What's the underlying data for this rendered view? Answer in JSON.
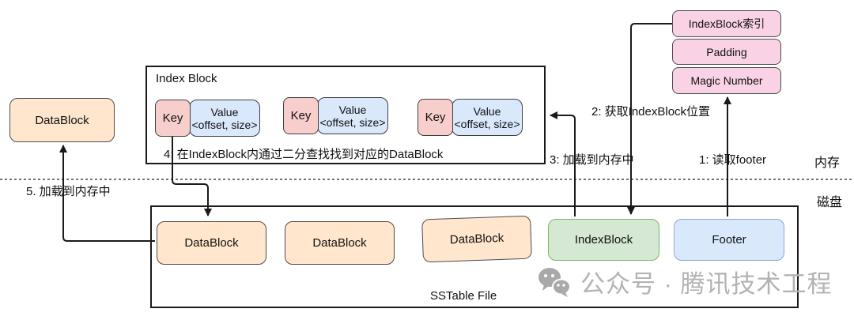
{
  "regions": {
    "memory_label": "内存",
    "disk_label": "磁盘"
  },
  "memory": {
    "datablock_label": "DataBlock",
    "index_block": {
      "title": "Index Block",
      "entries": [
        {
          "key": "Key",
          "value_title": "Value",
          "value_detail": "<offset, size>"
        },
        {
          "key": "Key",
          "value_title": "Value",
          "value_detail": "<offset, size>"
        },
        {
          "key": "Key",
          "value_title": "Value",
          "value_detail": "<offset, size>"
        }
      ]
    },
    "footer_stack": {
      "items": [
        "IndexBlock索引",
        "Padding",
        "Magic Number"
      ]
    }
  },
  "disk": {
    "sstable": {
      "label": "SSTable File",
      "datablocks": [
        "DataBlock",
        "DataBlock",
        "DataBlock"
      ],
      "indexblock_label": "IndexBlock",
      "footer_label": "Footer"
    }
  },
  "steps": [
    {
      "label": "1: 读取footer"
    },
    {
      "label": "2: 获取IndexBlock位置"
    },
    {
      "label": "3: 加载到内存中"
    },
    {
      "label": "4: 在IndexBlock内通过二分查找找到对应的DataBlock"
    },
    {
      "label": "5. 加载到内存中"
    }
  ],
  "watermark": {
    "text": "公众号 · 腾讯技术工程",
    "icon": "wechat-icon"
  },
  "colors": {
    "orange_fill": "#ffe6cc",
    "key_pink_fill": "#f8cecc",
    "stack_pink_fill": "#fad2e5",
    "value_blue_fill": "#dae8fc",
    "green_fill": "#d5e8d4",
    "green_border": "#82b366",
    "blue_border": "#86a8d8",
    "line_color": "#1a1a1a",
    "watermark_gray": "#b3b3b3"
  }
}
